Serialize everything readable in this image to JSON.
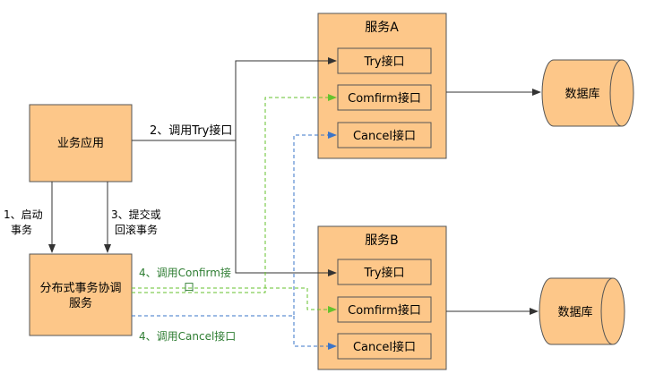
{
  "colors": {
    "box_fill": "#FDC789",
    "box_stroke": "#555555",
    "solid_line": "#333333",
    "green_dashed": "#66C22E",
    "blue_dashed": "#3A74C8",
    "green_text": "#2E7D32"
  },
  "nodes": {
    "business_app": "业务应用",
    "coordinator_line1": "分布式事务协调",
    "coordinator_line2": "服务",
    "service_a": {
      "title": "服务A",
      "try": "Try接口",
      "confirm": "Comfirm接口",
      "cancel": "Cancel接口"
    },
    "service_b": {
      "title": "服务B",
      "try": "Try接口",
      "confirm": "Comfirm接口",
      "cancel": "Cancel接口"
    },
    "db_a": "数据库",
    "db_b": "数据库"
  },
  "labels": {
    "start_line1": "1、启动",
    "start_line2": "事务",
    "call_try": "2、调用Try接口",
    "commit_line1": "3、提交或",
    "commit_line2": "回滚事务",
    "call_confirm_line1": "4、调用Confirm接",
    "call_confirm_line2": "口",
    "call_cancel": "4、调用Cancel接口"
  }
}
